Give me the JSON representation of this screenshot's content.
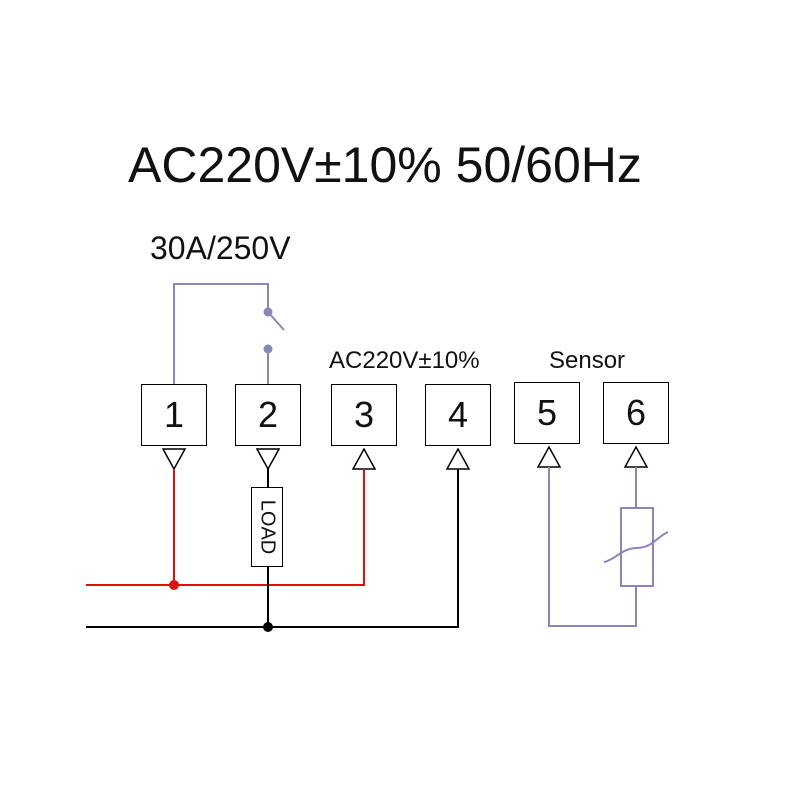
{
  "title": "AC220V±10%  50/60Hz",
  "relay_rating": "30A/250V",
  "supply_label": "AC220V±10%",
  "sensor_label": "Sensor",
  "load_label": "LOAD",
  "terminals": [
    "1",
    "2",
    "3",
    "4",
    "5",
    "6"
  ],
  "colors": {
    "live_wire": "#e01010",
    "neutral_wire": "#000000",
    "internal_wire": "#8a86b8",
    "text": "#111111"
  }
}
